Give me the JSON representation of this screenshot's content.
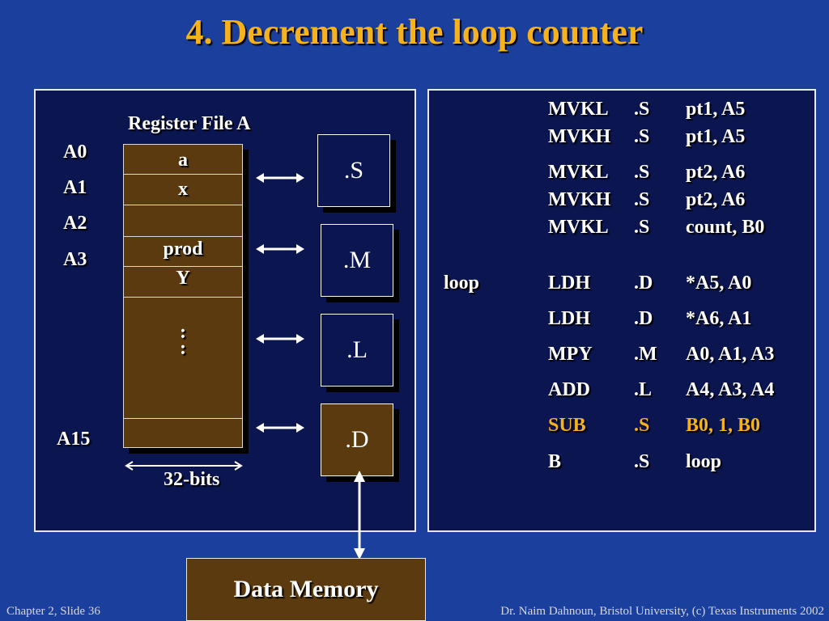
{
  "title": "4.  Decrement the loop counter",
  "register_file": {
    "title": "Register File A",
    "labels": {
      "a0": "A0",
      "a1": "A1",
      "a2": "A2",
      "a3": "A3",
      "a15": "A15"
    },
    "values": {
      "r0": "a",
      "r1": "x",
      "r3": "prod",
      "r4": "Y",
      "dots": ":\n:"
    },
    "width_label": "32-bits"
  },
  "units": {
    "s": ".S",
    "m": ".M",
    "l": ".L",
    "d": ".D"
  },
  "memory": "Data Memory",
  "code": [
    {
      "label": "",
      "op": "MVKL",
      "unit": ".S",
      "args": "pt1, A5"
    },
    {
      "label": "",
      "op": "MVKH",
      "unit": ".S",
      "args": "pt1, A5"
    },
    {
      "label": "",
      "op": "MVKL",
      "unit": ".S",
      "args": "pt2, A6"
    },
    {
      "label": "",
      "op": "MVKH",
      "unit": ".S",
      "args": "pt2, A6"
    },
    {
      "label": "",
      "op": "MVKL",
      "unit": ".S",
      "args": "count, B0"
    },
    {
      "label": "loop",
      "op": "LDH",
      "unit": ".D",
      "args": "*A5, A0"
    },
    {
      "label": "",
      "op": "LDH",
      "unit": ".D",
      "args": "*A6, A1"
    },
    {
      "label": "",
      "op": "MPY",
      "unit": ".M",
      "args": "A0, A1, A3"
    },
    {
      "label": "",
      "op": "ADD",
      "unit": ".L",
      "args": "A4, A3, A4"
    },
    {
      "label": "",
      "op": "SUB",
      "unit": ".S",
      "args": "B0, 1, B0"
    },
    {
      "label": "",
      "op": "B",
      "unit": ".S",
      "args": "loop"
    }
  ],
  "highlight_color": "#f5b21c",
  "footer": {
    "left": "Chapter 2, Slide 36",
    "right": "Dr. Naim Dahnoun, Bristol University,  (c) Texas Instruments 2002"
  }
}
